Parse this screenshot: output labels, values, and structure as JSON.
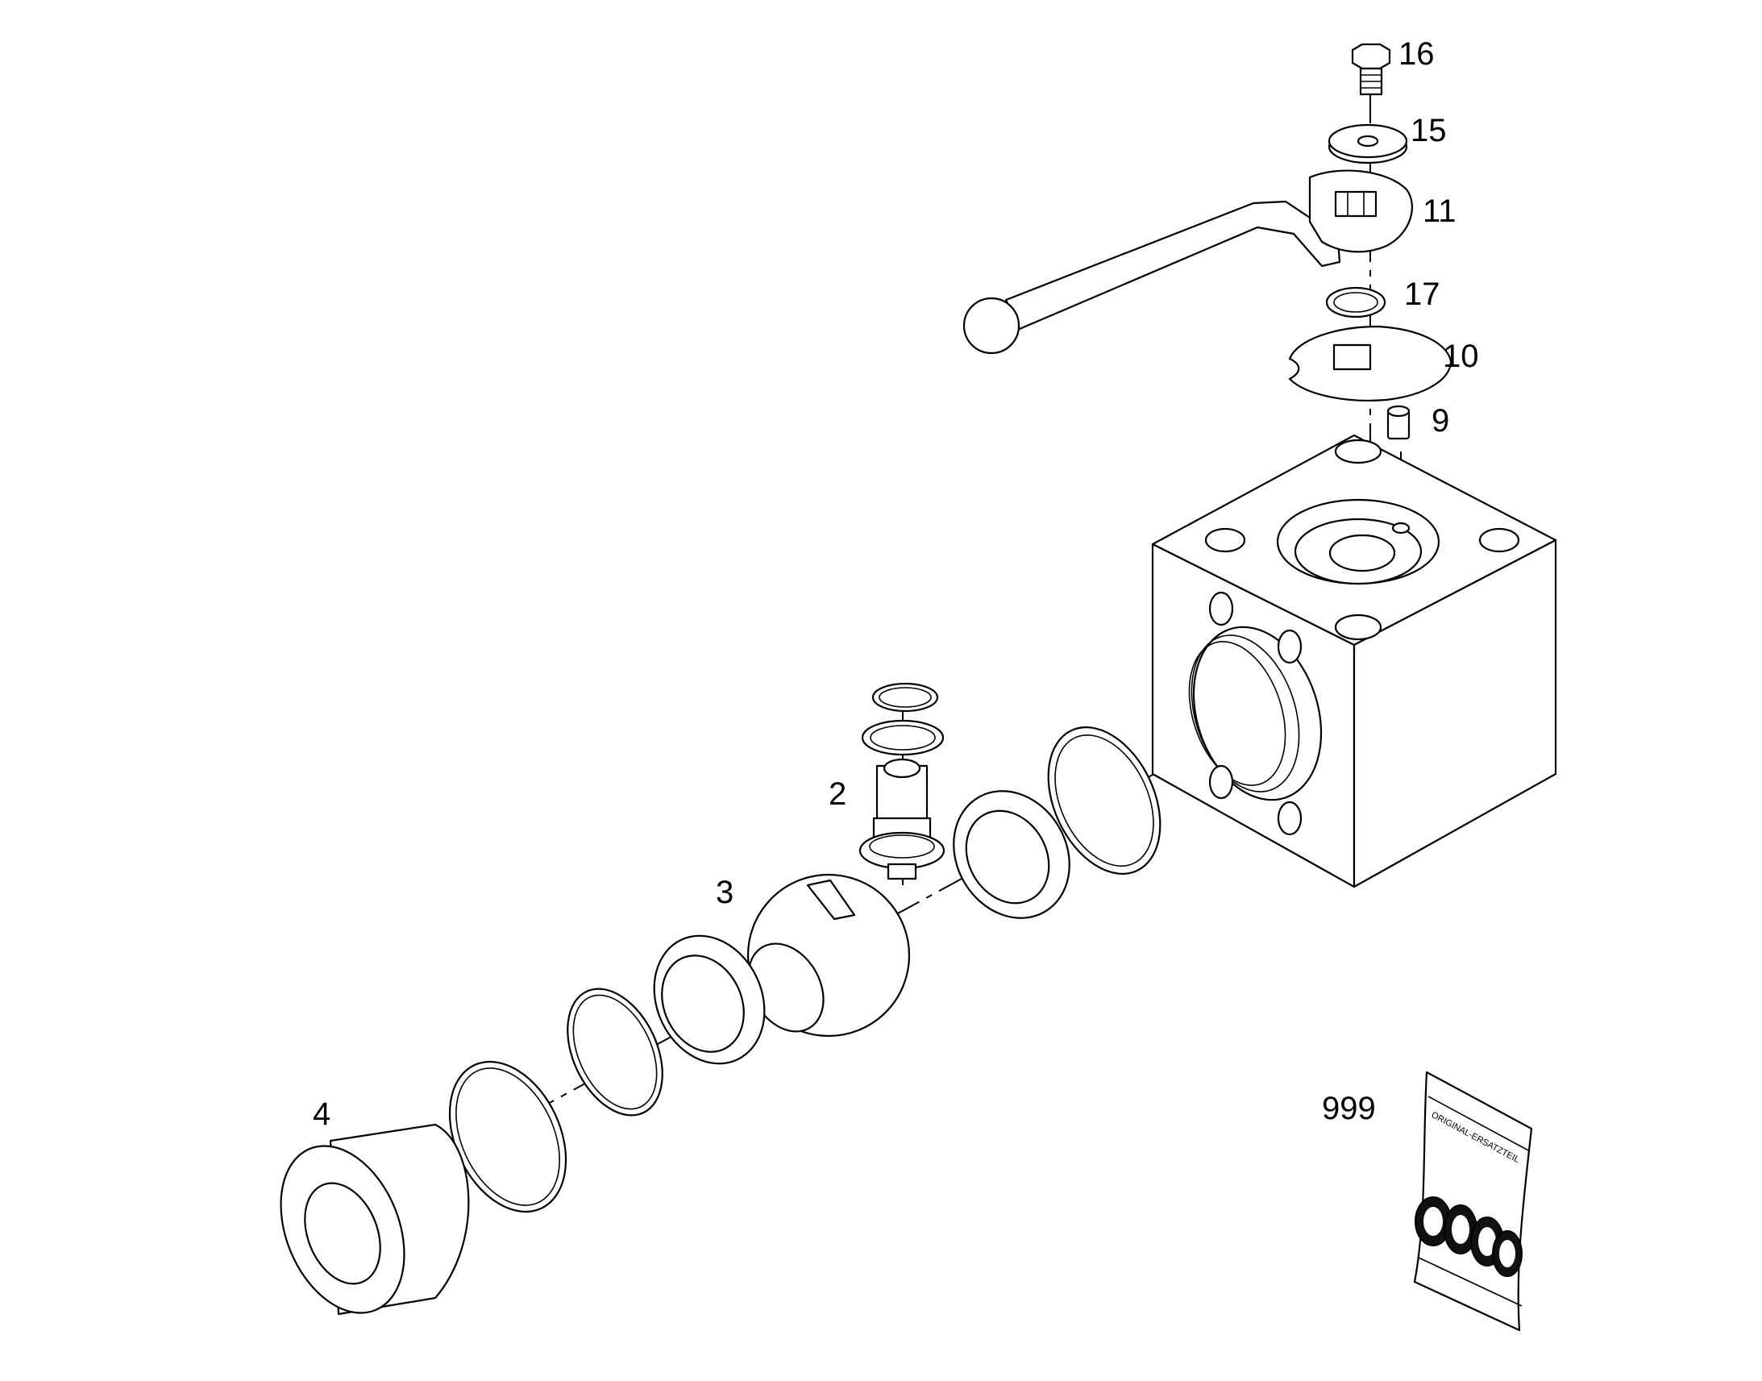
{
  "diagram": {
    "background": "#ffffff",
    "line_color": "#000000",
    "part_labels": [
      "16",
      "15",
      "11",
      "17",
      "10",
      "9",
      "2",
      "3",
      "4",
      "999"
    ],
    "bag_text": "ORIGINAL-ERSATZTEIL"
  }
}
